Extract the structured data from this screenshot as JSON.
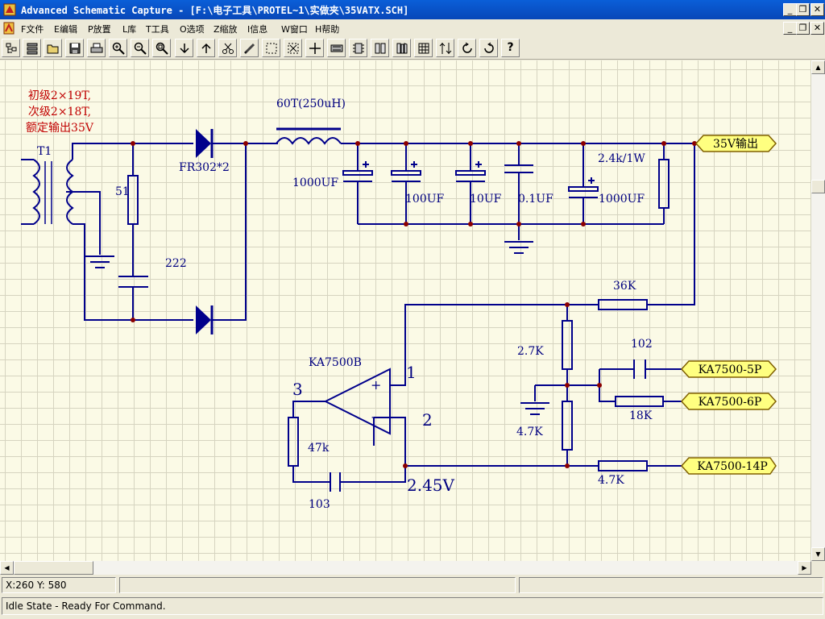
{
  "window": {
    "title": "Advanced Schematic Capture - [F:\\电子工具\\PROTEL~1\\实做夹\\35VATX.SCH]",
    "minimize": "_",
    "restore": "❐",
    "close": "✕"
  },
  "menu": {
    "items": [
      {
        "label": "F文件"
      },
      {
        "label": "E编辑"
      },
      {
        "label": "P放置"
      },
      {
        "label": "L库"
      },
      {
        "label": "T工具"
      },
      {
        "label": "O选项"
      },
      {
        "label": "Z缩放"
      },
      {
        "label": "I信息"
      },
      {
        "label": "W窗口"
      },
      {
        "label": "H帮助"
      }
    ]
  },
  "toolbar": {
    "help_label": "?",
    "buttons": [
      "project-tree",
      "library",
      "open",
      "save",
      "print",
      "zoom-in",
      "zoom-out",
      "zoom-fit",
      "move-down",
      "move-up",
      "cut",
      "wire",
      "select-box",
      "deselect",
      "cross",
      "bus",
      "part",
      "library-edit",
      "library-browse",
      "grid",
      "align",
      "rotate",
      "flip",
      "help"
    ]
  },
  "schematic": {
    "colors": {
      "wire": "#00008b",
      "junction": "#8b0000",
      "text": "#000080",
      "note": "#c00000",
      "port_fill": "#ffff80",
      "port_stroke": "#806000",
      "body": "#00008b"
    },
    "note_lines": [
      "初级2×19T,",
      "次级2×18T,",
      "额定输出35V"
    ],
    "labels": {
      "t1": "T1",
      "inductor": "60T(250uH)",
      "diode": "FR302*2",
      "r51": "51",
      "c222": "222",
      "c1000a": "1000UF",
      "c100": "100UF",
      "c10": "10UF",
      "c01": "0.1UF",
      "c1000b": "1000UF",
      "r24k": "2.4k/1W",
      "r36k": "36K",
      "ic": "KA7500B",
      "pin1": "1",
      "pin2": "2",
      "pin3": "3",
      "r27k": "2.7K",
      "c102": "102",
      "r18k": "18K",
      "r47ka": "4.7K",
      "r47k": "47k",
      "c103": "103",
      "v245": "2.45V",
      "r47kb": "4.7K",
      "op_plus": "+",
      "op_minus": "−"
    },
    "ports": {
      "out35": "35V输出",
      "p5": "KA7500-5P",
      "p6": "KA7500-6P",
      "p14": "KA7500-14P"
    }
  },
  "status": {
    "coords": "X:260 Y: 580",
    "state": "Idle State - Ready For Command."
  }
}
